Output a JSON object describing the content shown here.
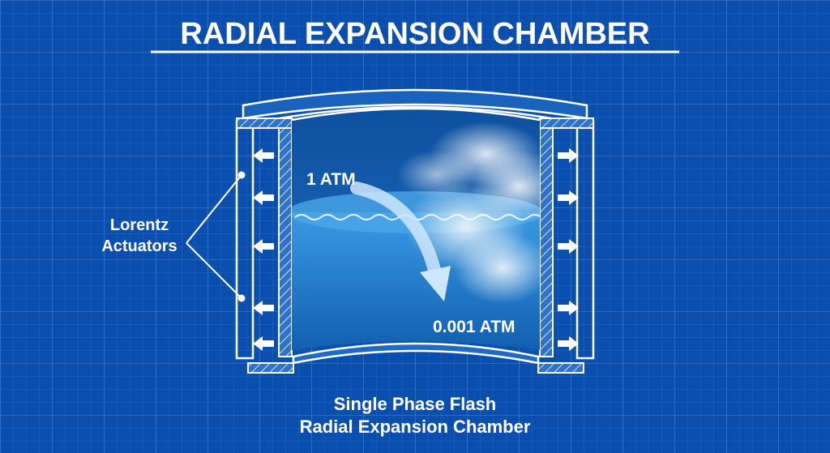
{
  "title": "RADIAL EXPANSION CHAMBER",
  "labels": {
    "actuators_line1": "Lorentz",
    "actuators_line2": "Actuators",
    "pressure_high": "1 ATM",
    "pressure_low": "0.001 ATM"
  },
  "caption": {
    "line1": "Single Phase Flash",
    "line2": "Radial Expansion Chamber"
  },
  "colors": {
    "background": "#0b4fae",
    "grid": "#3f7fd6",
    "line": "#ffffff",
    "liquid": "#1b78c9",
    "vapor": "#e8f1fb"
  },
  "icons": {
    "actuator_arrows": "arrow-left-icon",
    "outer_arrows": "arrow-right-icon",
    "flash_arrow": "curved-arrow-down-icon"
  }
}
